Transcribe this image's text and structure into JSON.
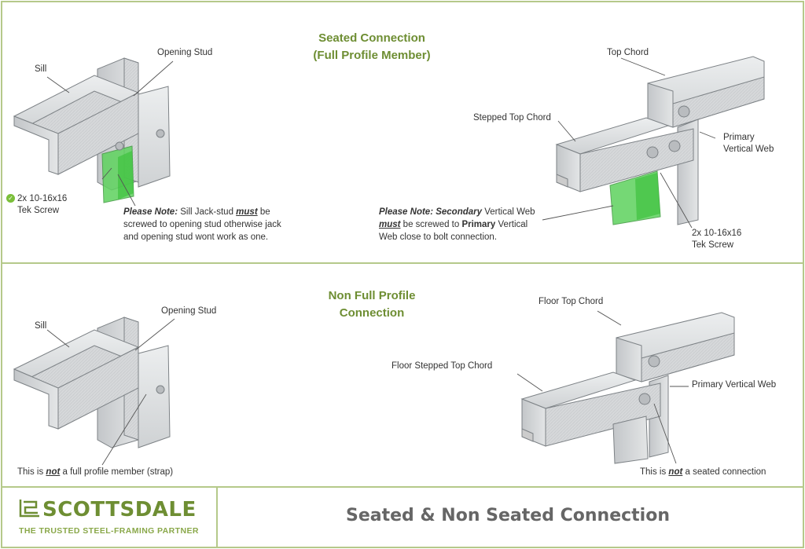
{
  "top": {
    "heading_line1": "Seated Connection",
    "heading_line2": "(Full Profile Member)",
    "left": {
      "sill": "Sill",
      "opening_stud": "Opening Stud",
      "screw_line1": "2x 10-16x16",
      "screw_line2": "Tek Screw",
      "note_label": "Please Note:",
      "note_a": " Sill Jack-stud ",
      "note_must": "must",
      "note_b": " be",
      "note_line2": "screwed to opening stud otherwise jack",
      "note_line3": "and opening stud wont work as one."
    },
    "right": {
      "top_chord": "Top Chord",
      "stepped_top_chord": "Stepped Top Chord",
      "primary_line1": "Primary",
      "primary_line2": "Vertical Web",
      "screw_line1": "2x 10-16x16",
      "screw_line2": "Tek Screw",
      "note_label": "Please Note: Secondary",
      "note_a": " Vertical Web",
      "note_must": "must",
      "note_b": " be screwed to  ",
      "note_primary": "Primary",
      "note_c": "  Vertical",
      "note_line3": "Web close to bolt connection."
    }
  },
  "middle": {
    "heading_line1": "Non Full Profile",
    "heading_line2": "Connection",
    "left": {
      "sill": "Sill",
      "opening_stud": "Opening Stud",
      "caption_a": "This is ",
      "caption_not": "not",
      "caption_b": "  a full profile member (strap)"
    },
    "right": {
      "floor_top_chord": "Floor Top Chord",
      "floor_stepped_top_chord": "Floor Stepped Top Chord",
      "primary_vertical_web": "Primary Vertical Web",
      "caption_a": "This is ",
      "caption_not": "not",
      "caption_b": "  a seated connection"
    }
  },
  "footer": {
    "brand_name": "SCOTTSDALE",
    "brand_tagline": "THE TRUSTED STEEL-FRAMING PARTNER",
    "title": "Seated  & Non Seated Connection"
  },
  "colors": {
    "heading_green": "#6e8e33",
    "frame_green": "#b5c98a",
    "screw_highlight": "#3fc23f",
    "steel": "#d4d6d8"
  }
}
